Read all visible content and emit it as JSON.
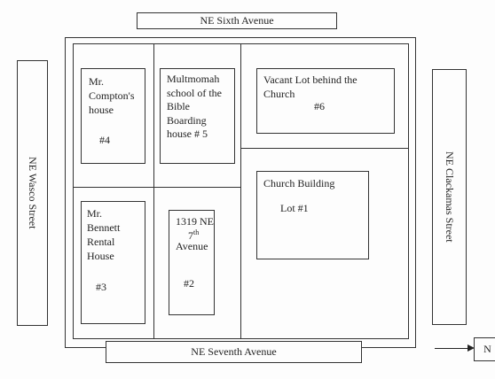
{
  "streets": {
    "north": "NE Sixth Avenue",
    "south": "NE Seventh Avenue",
    "west": "NE Wasco Street",
    "east": "NE Clackamas Street"
  },
  "lots": {
    "compton": {
      "name": "Mr. Compton's\nhouse",
      "number": "#4"
    },
    "multnomah": {
      "name": "Multmomah\nschool of the\nBible\nBoarding\nhouse  # 5"
    },
    "vacant": {
      "name": "Vacant Lot behind the\nChurch",
      "number": "#6"
    },
    "church": {
      "name": "Church Building",
      "number": "Lot #1"
    },
    "bennett": {
      "name": "Mr.\nBennett\nRental\nHouse",
      "number": "#3"
    },
    "address": {
      "line1": "1319 NE",
      "num": "7",
      "sup": "th",
      "line3": "Avenue",
      "number": "#2"
    }
  },
  "compass": {
    "label": "N"
  }
}
